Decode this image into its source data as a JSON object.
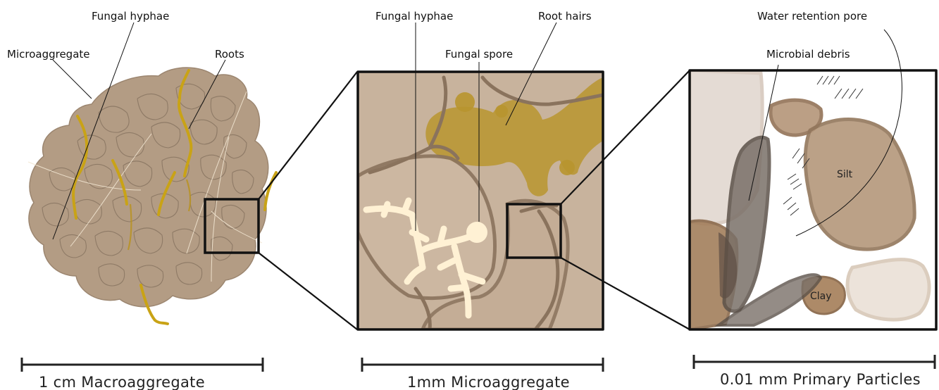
{
  "panels": [
    {
      "id": "macro",
      "labels": {
        "fungal_hyphae": "Fungal hyphae",
        "microaggregate": "Microaggregate",
        "roots": "Roots"
      },
      "scale_caption": "1 cm Macroaggregate"
    },
    {
      "id": "micro",
      "labels": {
        "fungal_hyphae": "Fungal hyphae",
        "root_hairs": "Root hairs",
        "fungal_spore": "Fungal spore"
      },
      "scale_caption": "1mm Microaggregate"
    },
    {
      "id": "primary",
      "labels": {
        "water_retention_pore": "Water retention pore",
        "microbial_debris": "Microbial debris",
        "silt": "Silt",
        "clay": "Clay"
      },
      "scale_caption": "0.01 mm Primary Particles"
    }
  ],
  "colors": {
    "aggregate_fill": "#b39c84",
    "aggregate_stroke": "#8e7a66",
    "hyphae_yellow": "#c9a316",
    "micro_bg": "#c8b39d",
    "root_gold": "#b8952f",
    "spore_cream": "#fff1d4",
    "clay_brown": "#a98460",
    "debris_gray": "#7a7068"
  }
}
